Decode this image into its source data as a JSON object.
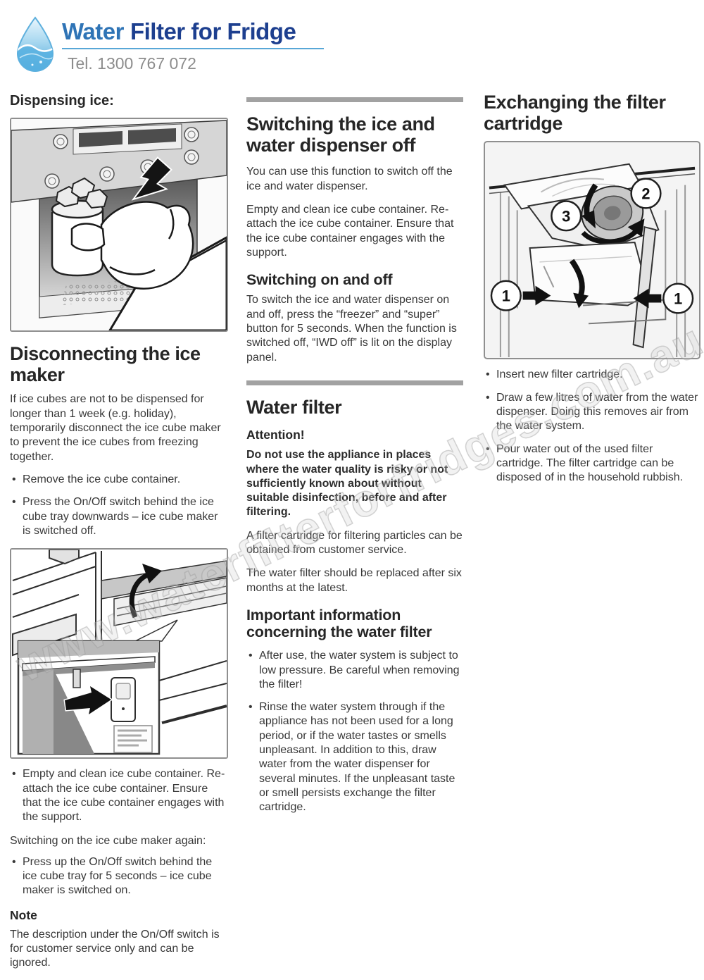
{
  "header": {
    "brand_word1": "Water",
    "brand_word2": "Filter for Fridge",
    "phone": "Tel. 1300 767 072",
    "colors": {
      "brand_light": "#2f74b6",
      "brand_dark": "#1d3f8f",
      "rule_blue": "#58a7d7",
      "phone_gray": "#8c8c8c"
    }
  },
  "watermark": "www.waterfilterforfridges.com.au",
  "left": {
    "dispensing_heading": "Dispensing ice:",
    "disconnect_title": "Disconnecting the ice maker",
    "disconnect_intro": "If ice cubes are not to be dispensed for longer than 1 week (e.g. holiday), temporarily disconnect the ice cube maker to prevent the ice cubes from freezing together.",
    "disconnect_bullets": [
      "Remove the ice cube container.",
      "Press the On/Off switch behind the ice cube tray downwards – ice cube maker is switched off."
    ],
    "after_fig_bullet": "Empty and clean ice cube container. Re-attach the ice cube container. Ensure that the ice cube container engages with the support.",
    "switch_on_label": "Switching on the ice cube maker again:",
    "switch_on_bullet": "Press up the On/Off switch behind the ice cube tray for 5 seconds – ice cube maker is switched on.",
    "note_title": "Note",
    "note_text": "The description under the On/Off switch is for customer service only and can be ignored."
  },
  "middle": {
    "s1_title": "Switching the ice and water dispenser off",
    "s1_p1": "You can use this function to switch off the ice and water dispenser.",
    "s1_p2": "Empty and clean ice cube container. Re-attach the ice cube container. Ensure that the ice cube container engages with the support.",
    "s1_sub": "Switching on and off",
    "s1_sub_p": "To switch the ice and water dispenser on and off, press the “freezer” and “super” button for 5 seconds. When the function is switched off, “IWD off” is lit on the display panel.",
    "s2_title": "Water filter",
    "s2_attention": "Attention!",
    "s2_attention_text": "Do not use the appliance in places where the water quality is risky or not sufficiently known about without suitable disinfection, before and after filtering.",
    "s2_p1": "A filter cartridge for filtering particles can be obtained from customer service.",
    "s2_p2": "The water filter should be replaced after six months at the latest.",
    "s2_sub": "Important information concerning the water filter",
    "s2_bullets": [
      "After use, the water system is subject to low pressure. Be careful when removing the filter!",
      "Rinse the water system through if the appliance has not been used for a long period, or if the water tastes or smells unpleasant. In addition to this, draw water from the water dispenser for several minutes. If the unpleasant taste or smell persists exchange the filter cartridge."
    ]
  },
  "right": {
    "title": "Exchanging the filter cartridge",
    "figure_callouts": {
      "one_left": "1",
      "one_right": "1",
      "two": "2",
      "three": "3"
    },
    "bullets": [
      "Insert new filter cartridge.",
      "Draw a few litres of water from the water dispenser. Doing this removes air from the water system.",
      "Pour water out of the used filter cartridge. The filter cartridge can be disposed of in the household rubbish."
    ]
  }
}
